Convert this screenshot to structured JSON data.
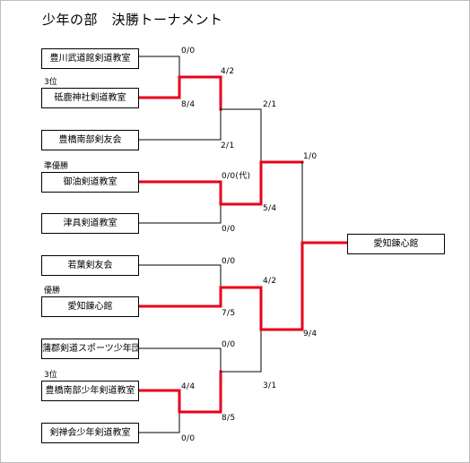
{
  "page": {
    "title": "少年の部　決勝トーナメント"
  },
  "colors": {
    "winner_line": "#e8001b",
    "line": "#000000",
    "frame": "#bdbdbd"
  },
  "teams": [
    {
      "name": "豊川武道館剣道教室",
      "place": ""
    },
    {
      "name": "砥鹿神社剣道教室",
      "place": "3位"
    },
    {
      "name": "豊橋南部剣友会",
      "place": ""
    },
    {
      "name": "御油剣道教室",
      "place": "準優勝"
    },
    {
      "name": "津具剣道教室",
      "place": ""
    },
    {
      "name": "若葉剣友会",
      "place": ""
    },
    {
      "name": "愛知錬心館",
      "place": "優勝"
    },
    {
      "name": "蒲郡剣道スポーツ少年団",
      "place": ""
    },
    {
      "name": "豊橋南部少年剣道教室",
      "place": "3位"
    },
    {
      "name": "剣禅会少年剣道教室",
      "place": ""
    }
  ],
  "champion": "愛知錬心館",
  "scores": {
    "r1_top_a": "0/0",
    "r1_top_b": "8/4",
    "r2_top_a": "4/2",
    "r2_top_b": "2/1",
    "r1_mid_a": "0/0(代)",
    "r1_mid_b": "0/0",
    "r3_top_a": "2/1",
    "r3_top_b": "5/4",
    "r2_bot_a": "0/0",
    "r2_bot_b": "7/5",
    "r2_low_a": "0/0",
    "r1_bot_a": "4/4",
    "r1_bot_b": "0/0",
    "r2_low_b": "8/5",
    "r3_bot_a": "4/2",
    "r3_bot_b": "3/1",
    "final_a": "1/0",
    "final_b": "9/4"
  }
}
